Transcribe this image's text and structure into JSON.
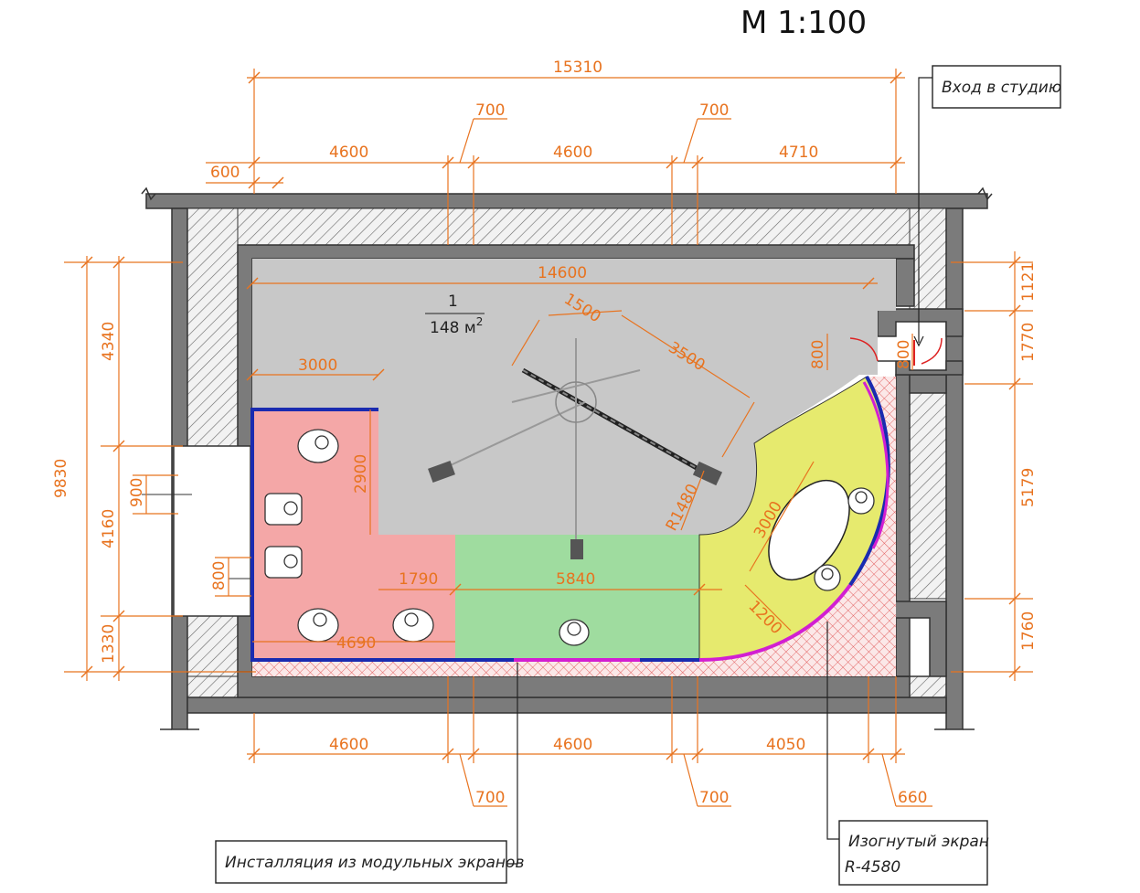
{
  "scale_label": "М 1:100",
  "room": {
    "number": "1",
    "area": "148 м",
    "area_sup": "2"
  },
  "callouts": {
    "entrance": "Вход в студию",
    "modular": "Инсталляция из модульных экранов",
    "curved_line1": "Изогнутый экран",
    "curved_line2": "R-4580"
  },
  "dimensions": {
    "top_total": "15310",
    "top_600": "600",
    "top_4600a": "4600",
    "top_700a": "700",
    "top_4600b": "4600",
    "top_700b": "700",
    "top_4710": "4710",
    "inner_14600": "14600",
    "pink_3000": "3000",
    "pink_2900": "2900",
    "pink_1790": "1790",
    "pink_4690": "4690",
    "green_5840": "5840",
    "crane_1500": "1500",
    "crane_3500": "3500",
    "radius_1480": "R1480",
    "yellow_3000": "3000",
    "yellow_1200": "1200",
    "door_800a": "800",
    "door_800b": "800",
    "left_9830": "9830",
    "left_4340": "4340",
    "left_4160": "4160",
    "left_1330": "1330",
    "left_900": "900",
    "left_800": "800",
    "right_1121": "1121",
    "right_1770": "1770",
    "right_5179": "5179",
    "right_1760": "1760",
    "bottom_4600a": "4600",
    "bottom_4600b": "4600",
    "bottom_4050": "4050",
    "bottom_700a": "700",
    "bottom_700b": "700",
    "bottom_660": "660"
  },
  "colors": {
    "dimension": "#e8731f",
    "floor_gray": "#c8c8c8",
    "zone_pink": "#f4a7a7",
    "zone_green": "#9fdc9f",
    "zone_yellow": "#e6ea6e",
    "screen_blue": "#1a2bb0",
    "screen_magenta": "#d21fd2",
    "wall": "#7b7b7b"
  }
}
